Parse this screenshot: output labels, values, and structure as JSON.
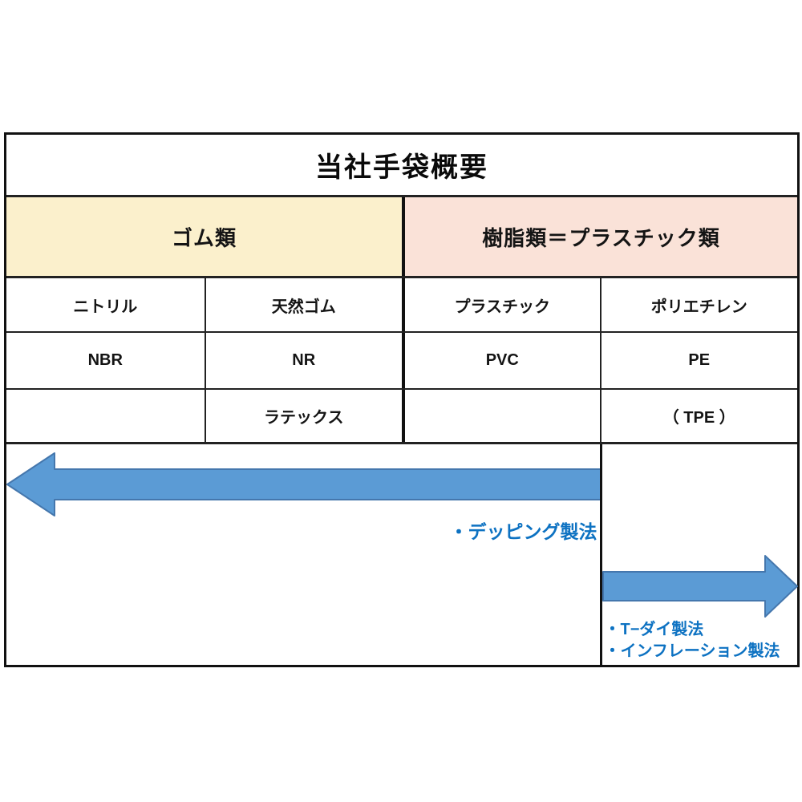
{
  "page": {
    "title": "当社手袋概要"
  },
  "groups": {
    "rubber": {
      "label": "ゴム類"
    },
    "plastic": {
      "label": "樹脂類＝プラスチック類"
    }
  },
  "columns": [
    {
      "material": "ニトリル",
      "code": "NBR",
      "extra": ""
    },
    {
      "material": "天然ゴム",
      "code": "NR",
      "extra": "ラテックス"
    },
    {
      "material": "プラスチック",
      "code": "PVC",
      "extra": ""
    },
    {
      "material": "ポリエチレン",
      "code": "PE",
      "extra": "（ TPE ）"
    }
  ],
  "methods": {
    "dipping_label": "・デッピング製法",
    "tdie_label": "・T−ダイ製法",
    "inflation_label": "・インフレーション製法"
  },
  "colors": {
    "rubber_header_bg": "#fbf0cc",
    "plastic_header_bg": "#fae2d8",
    "arrow_fill": "#5b9bd5",
    "arrow_stroke": "#4577ad",
    "method_text": "#0d72c2",
    "border": "#111111"
  }
}
